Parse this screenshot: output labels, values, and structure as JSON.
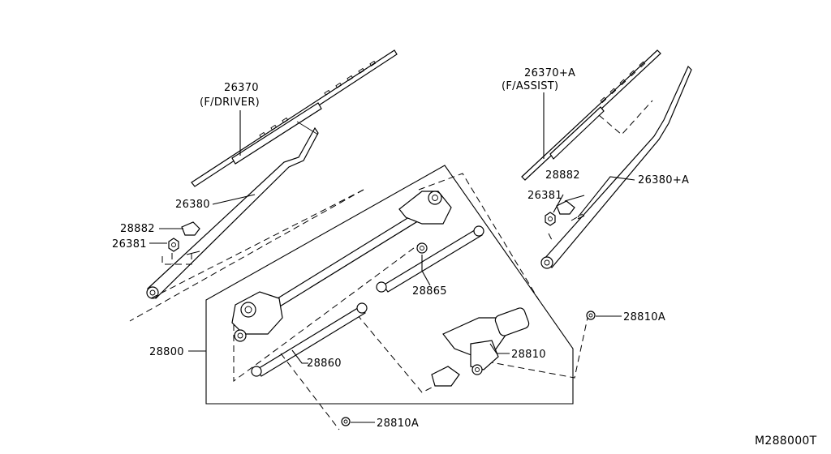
{
  "diagram": {
    "labels": {
      "blade_driver_part": "26370",
      "blade_driver_note": "(F/DRIVER)",
      "blade_assist_part": "26370+A",
      "blade_assist_note": "(F/ASSIST)",
      "arm_driver": "26380",
      "arm_assist": "26380+A",
      "cap_left": "28882",
      "nut_left": "26381",
      "cap_right": "28882",
      "nut_right": "26381",
      "link_upper": "28865",
      "link_lower": "28860",
      "motor_assembly": "28800",
      "motor": "28810",
      "bolt_right": "28810A",
      "bolt_bottom": "28810A",
      "figure_code": "M288000T"
    }
  }
}
